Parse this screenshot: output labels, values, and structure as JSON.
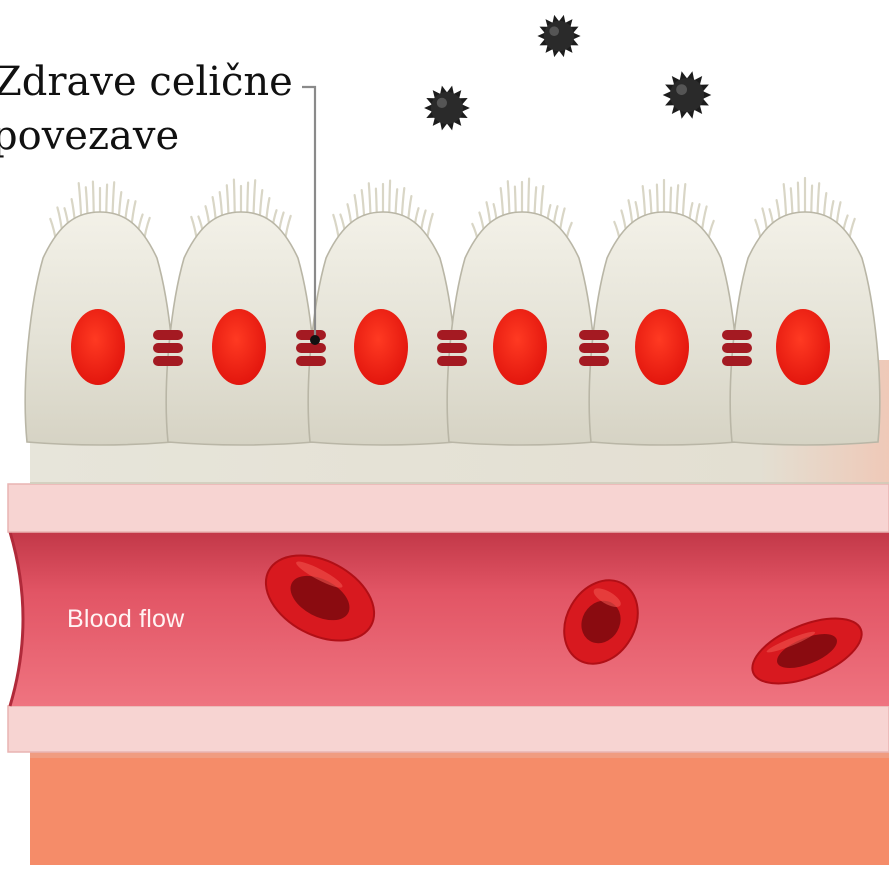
{
  "labels": {
    "junction_line1": "Zdrave celične",
    "junction_line2": "povezave",
    "blood_flow": "Blood flow"
  },
  "colors": {
    "background": "#ffffff",
    "cell_body": "#e6e4d8",
    "cell_outline": "#bfbcae",
    "nucleus": "#ef1a10",
    "junction": "#a81820",
    "microvilli": "#e4e2d2",
    "vessel_wall": "#f7d3d1",
    "blood": "#e05160",
    "red_blood_cell": "#d11822",
    "tissue": "#f58c69",
    "pathogen": "#1a1a1a"
  },
  "icons": {
    "pathogen": "spiky-particle-icon",
    "red_blood_cell": "erythrocyte-icon"
  }
}
